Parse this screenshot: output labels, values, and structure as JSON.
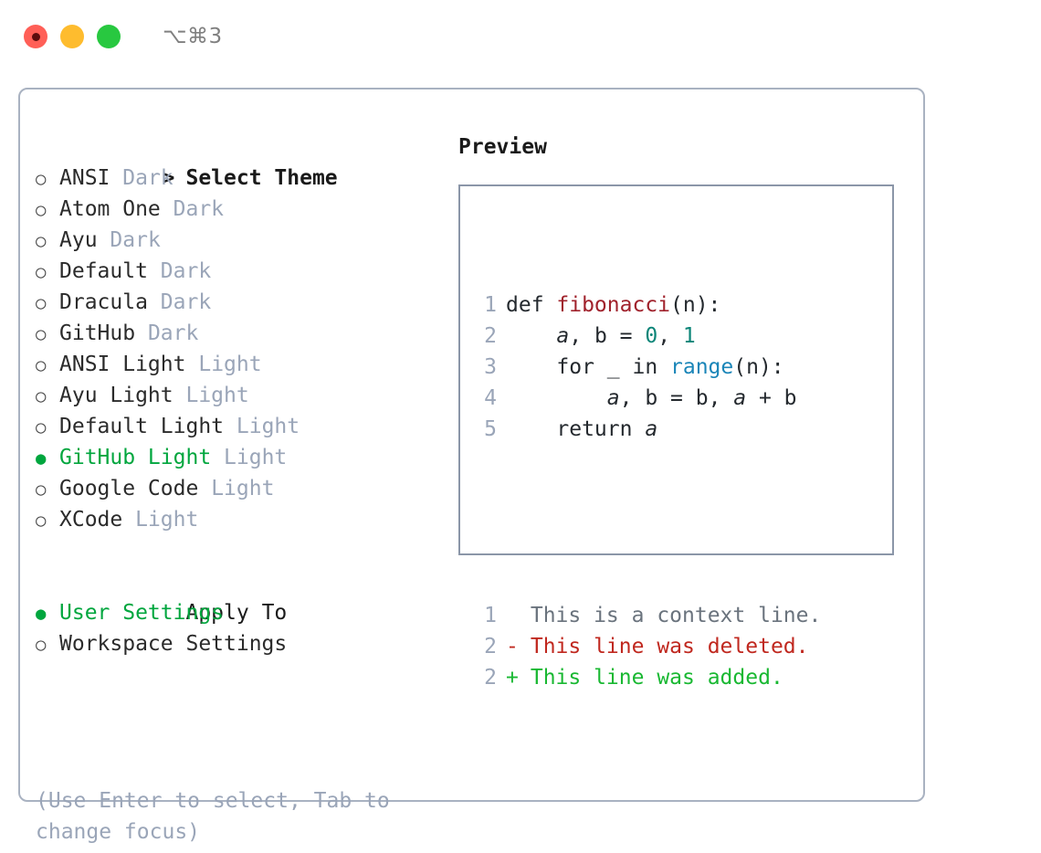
{
  "window": {
    "shortcut": "⌥⌘3",
    "traffic_lights": [
      {
        "name": "close",
        "color": "#ff5f57"
      },
      {
        "name": "minimize",
        "color": "#febc2e"
      },
      {
        "name": "zoom",
        "color": "#28c840"
      }
    ]
  },
  "theme_picker": {
    "header": {
      "caret": ">",
      "title": "Select Theme"
    },
    "items": [
      {
        "bullet": "○",
        "name": "ANSI",
        "badge": "Dark",
        "selected": false
      },
      {
        "bullet": "○",
        "name": "Atom One",
        "badge": "Dark",
        "selected": false
      },
      {
        "bullet": "○",
        "name": "Ayu",
        "badge": "Dark",
        "selected": false
      },
      {
        "bullet": "○",
        "name": "Default",
        "badge": "Dark",
        "selected": false
      },
      {
        "bullet": "○",
        "name": "Dracula",
        "badge": "Dark",
        "selected": false
      },
      {
        "bullet": "○",
        "name": "GitHub",
        "badge": "Dark",
        "selected": false
      },
      {
        "bullet": "○",
        "name": "ANSI Light",
        "badge": "Light",
        "selected": false
      },
      {
        "bullet": "○",
        "name": "Ayu Light",
        "badge": "Light",
        "selected": false
      },
      {
        "bullet": "○",
        "name": "Default Light",
        "badge": "Light",
        "selected": false
      },
      {
        "bullet": "●",
        "name": "GitHub Light",
        "badge": "Light",
        "selected": true
      },
      {
        "bullet": "○",
        "name": "Google Code",
        "badge": "Light",
        "selected": false
      },
      {
        "bullet": "○",
        "name": "XCode",
        "badge": "Light",
        "selected": false
      }
    ],
    "apply_to": {
      "label": "Apply To",
      "options": [
        {
          "bullet": "●",
          "name": "User Settings",
          "selected": true
        },
        {
          "bullet": "○",
          "name": "Workspace Settings",
          "selected": false
        }
      ]
    },
    "hint": "(Use Enter to select, Tab to change focus)"
  },
  "preview": {
    "title": "Preview",
    "code_lines": [
      {
        "number": "1",
        "tokens": [
          {
            "text": "def ",
            "style": "kw"
          },
          {
            "text": "fibonacci",
            "style": "fn"
          },
          {
            "text": "(n):",
            "style": "plain"
          }
        ]
      },
      {
        "number": "2",
        "tokens": [
          {
            "text": "    ",
            "style": "plain"
          },
          {
            "text": "a",
            "style": "var"
          },
          {
            "text": ", b = ",
            "style": "plain"
          },
          {
            "text": "0",
            "style": "num"
          },
          {
            "text": ", ",
            "style": "plain"
          },
          {
            "text": "1",
            "style": "num"
          }
        ]
      },
      {
        "number": "3",
        "tokens": [
          {
            "text": "    for _ in ",
            "style": "plain"
          },
          {
            "text": "range",
            "style": "builtin"
          },
          {
            "text": "(n):",
            "style": "plain"
          }
        ]
      },
      {
        "number": "4",
        "tokens": [
          {
            "text": "        ",
            "style": "plain"
          },
          {
            "text": "a",
            "style": "var"
          },
          {
            "text": ", b = b, ",
            "style": "plain"
          },
          {
            "text": "a",
            "style": "var"
          },
          {
            "text": " + b",
            "style": "plain"
          }
        ]
      },
      {
        "number": "5",
        "tokens": [
          {
            "text": "    return ",
            "style": "plain"
          },
          {
            "text": "a",
            "style": "var"
          }
        ]
      }
    ],
    "diff_lines": [
      {
        "number": "1",
        "mark": " ",
        "text": " This is a context line.",
        "kind": "context"
      },
      {
        "number": "2",
        "mark": "-",
        "text": " This line was deleted.",
        "kind": "deleted"
      },
      {
        "number": "2",
        "mark": "+",
        "text": " This line was added.",
        "kind": "added"
      }
    ]
  },
  "colors": {
    "accent_green": "#00a63e",
    "badge_gray": "#9aa5b8",
    "panel_border": "#a9b2c1",
    "preview_border": "#8b96a8",
    "syntax_function": "#a0222c",
    "syntax_number": "#0c8578",
    "syntax_builtin": "#1a85b8",
    "diff_deleted": "#c0281f",
    "diff_added": "#19b832",
    "diff_context": "#6a737d"
  }
}
